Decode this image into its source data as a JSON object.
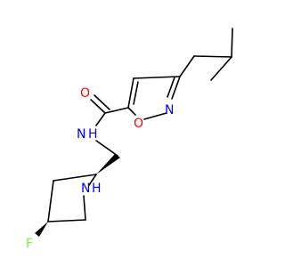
{
  "molecule": {
    "atoms": {
      "oxygen_carbonyl": {
        "text": "O",
        "color": "#ff0000"
      },
      "nitrogen_amide": {
        "text": "N",
        "color": "#0000ff"
      },
      "hydrogen_amide": {
        "text": "H",
        "color": "#0000ff"
      },
      "oxygen_ring": {
        "text": "O",
        "color": "#ff0000"
      },
      "nitrogen_ring": {
        "text": "N",
        "color": "#0000ff"
      },
      "nitrogen_pyrrolidine": {
        "text": "N",
        "color": "#0000ff"
      },
      "hydrogen_pyrrolidine": {
        "text": "H",
        "color": "#0000ff"
      },
      "fluorine": {
        "text": "F",
        "color": "#90e050"
      }
    },
    "bond_color": "#000000"
  }
}
